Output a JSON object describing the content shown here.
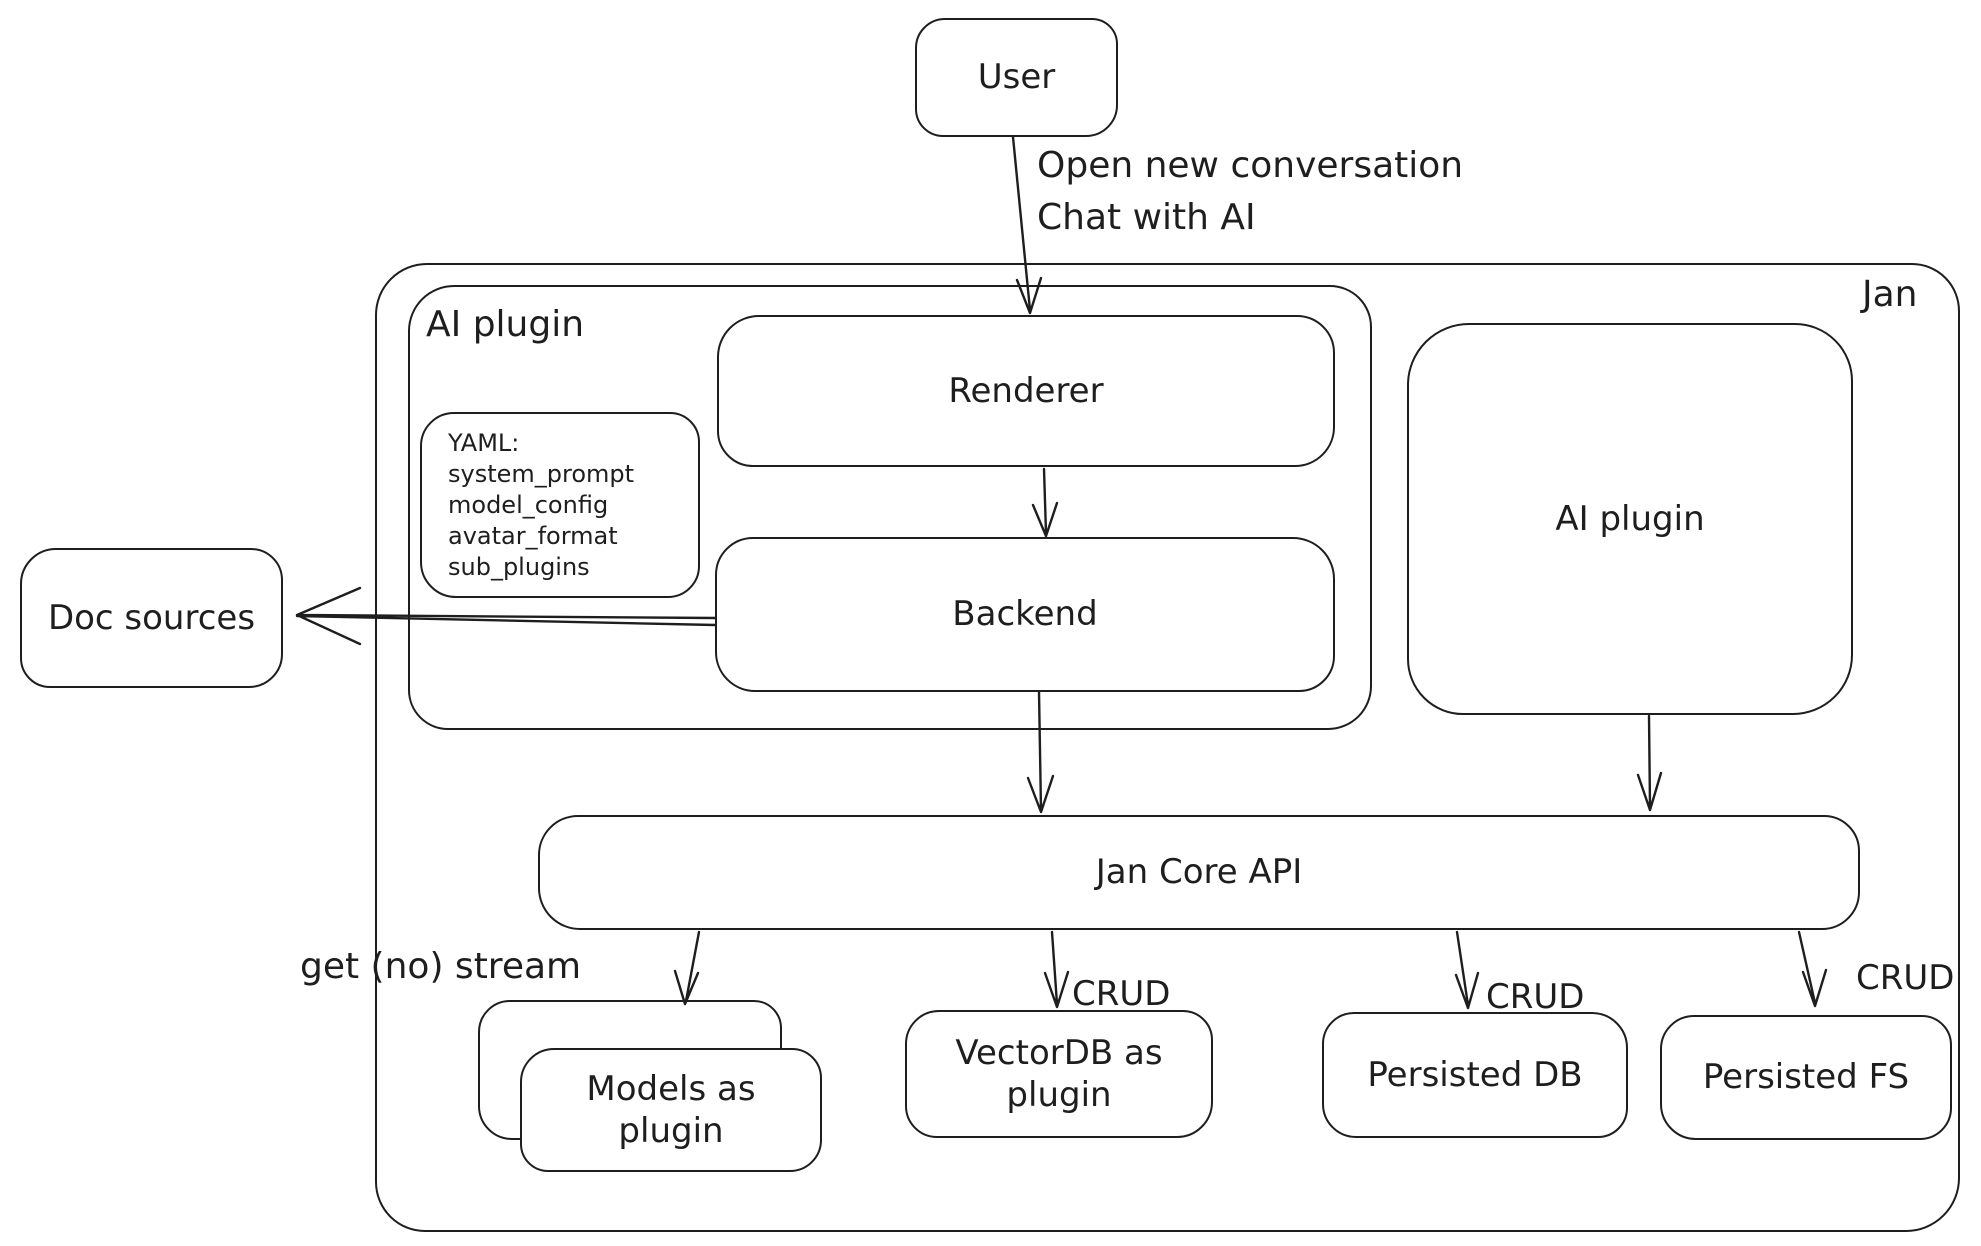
{
  "nodes": {
    "user": {
      "label": "User"
    },
    "jan": {
      "label": "Jan"
    },
    "ai_plugin_left": {
      "label": "AI plugin"
    },
    "renderer": {
      "label": "Renderer"
    },
    "backend": {
      "label": "Backend"
    },
    "doc_sources": {
      "label": "Doc sources"
    },
    "ai_plugin_right": {
      "label": "AI plugin"
    },
    "jan_core_api": {
      "label": "Jan Core API"
    },
    "models_plugin": {
      "label": "Models as plugin"
    },
    "vectordb_plugin": {
      "label": "VectorDB as plugin"
    },
    "persisted_db": {
      "label": "Persisted DB"
    },
    "persisted_fs": {
      "label": "Persisted FS"
    }
  },
  "yaml_note": {
    "lines": [
      "YAML:",
      "system_prompt",
      "model_config",
      "avatar_format",
      "sub_plugins"
    ]
  },
  "edge_labels": {
    "user_to_jan": [
      "Open new conversation",
      "Chat with AI"
    ],
    "get_no_stream": "get (no) stream",
    "crud_vectordb": "CRUD",
    "crud_persisted_db": "CRUD",
    "crud_persisted_fs": "CRUD"
  },
  "colors": {
    "ink": "#1e1e1e",
    "background": "#ffffff"
  }
}
